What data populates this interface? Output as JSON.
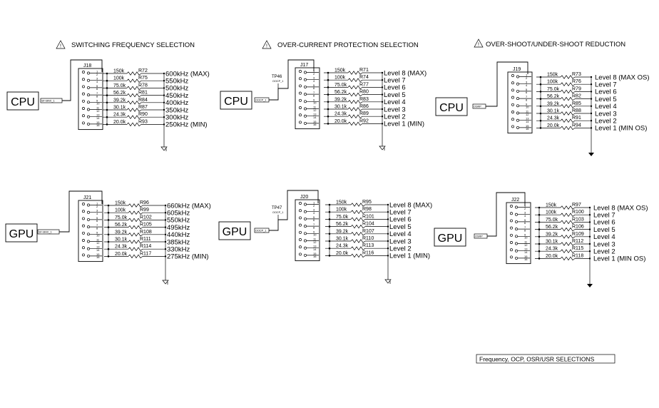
{
  "sections": [
    {
      "title": "SWITCHING FREQUENCY SELECTION",
      "blocks": [
        {
          "processor": "CPU",
          "connector": "J18",
          "net": "SF-MAX_1",
          "rows": [
            {
              "value": "150k",
              "ref": "R72",
              "label": "600kHz (MAX)"
            },
            {
              "value": "100k",
              "ref": "R75",
              "label": "550kHz"
            },
            {
              "value": "75.0k",
              "ref": "R78",
              "label": "500kHz"
            },
            {
              "value": "56.2k",
              "ref": "R81",
              "label": "450kHz"
            },
            {
              "value": "39.2k",
              "ref": "R84",
              "label": "400kHz"
            },
            {
              "value": "30.1k",
              "ref": "R87",
              "label": "350kHz"
            },
            {
              "value": "24.3k",
              "ref": "R90",
              "label": "300kHz"
            },
            {
              "value": "20.0k",
              "ref": "R93",
              "label": "250kHz (MIN)"
            }
          ]
        },
        {
          "processor": "GPU",
          "connector": "J21",
          "net": "SF-MAX_1",
          "rows": [
            {
              "value": "150k",
              "ref": "R96",
              "label": "660kHz (MAX)"
            },
            {
              "value": "100k",
              "ref": "R99",
              "label": "605kHz"
            },
            {
              "value": "75.0k",
              "ref": "R102",
              "label": "550kHz"
            },
            {
              "value": "56.2k",
              "ref": "R105",
              "label": "495kHz"
            },
            {
              "value": "39.2k",
              "ref": "R108",
              "label": "440kHz"
            },
            {
              "value": "30.1k",
              "ref": "R111",
              "label": "385kHz"
            },
            {
              "value": "24.3k",
              "ref": "R114",
              "label": "330kHz"
            },
            {
              "value": "20.0k",
              "ref": "R117",
              "label": "275kHz (MIN)"
            }
          ]
        }
      ]
    },
    {
      "title": "OVER-CURRENT PROTECTION SELECTION",
      "blocks": [
        {
          "processor": "CPU",
          "connector": "J17",
          "net": "OOCP_1",
          "testpoint": "TP46",
          "testnet": "OOCP_1",
          "rows": [
            {
              "value": "150k",
              "ref": "R71",
              "label": "Level 8 (MAX)"
            },
            {
              "value": "100k",
              "ref": "R74",
              "label": "Level 7"
            },
            {
              "value": "75.0k",
              "ref": "R77",
              "label": "Level 6"
            },
            {
              "value": "56.2k",
              "ref": "R80",
              "label": "Level 5"
            },
            {
              "value": "39.2k",
              "ref": "R83",
              "label": "Level 4"
            },
            {
              "value": "30.1k",
              "ref": "R86",
              "label": "Level 3"
            },
            {
              "value": "24.3k",
              "ref": "R89",
              "label": "Level 2"
            },
            {
              "value": "20.0k",
              "ref": "R92",
              "label": "Level 1 (MIN)"
            }
          ]
        },
        {
          "processor": "GPU",
          "connector": "J20",
          "net": "OOCP_1",
          "testpoint": "TP47",
          "testnet": "OOCP_1",
          "rows": [
            {
              "value": "150k",
              "ref": "R95",
              "label": "Level 8 (MAX)"
            },
            {
              "value": "100k",
              "ref": "R98",
              "label": "Level 7"
            },
            {
              "value": "75.0k",
              "ref": "R101",
              "label": "Level 6"
            },
            {
              "value": "56.2k",
              "ref": "R104",
              "label": "Level 5"
            },
            {
              "value": "39.2k",
              "ref": "R107",
              "label": "Level 4"
            },
            {
              "value": "30.1k",
              "ref": "R110",
              "label": "Level 3"
            },
            {
              "value": "24.3k",
              "ref": "R113",
              "label": "Level 2"
            },
            {
              "value": "20.0k",
              "ref": "R116",
              "label": "Level 1 (MIN)"
            }
          ]
        }
      ]
    },
    {
      "title": "OVER-SHOOT/UNDER-SHOOT REDUCTION",
      "blocks": [
        {
          "processor": "CPU",
          "connector": "J19",
          "net": "OSRP",
          "rows": [
            {
              "value": "150k",
              "ref": "R73",
              "label": "Level 8 (MAX OS)"
            },
            {
              "value": "100k",
              "ref": "R76",
              "label": "Level 7"
            },
            {
              "value": "75.0k",
              "ref": "R79",
              "label": "Level 6"
            },
            {
              "value": "56.2k",
              "ref": "R82",
              "label": "Level 5"
            },
            {
              "value": "39.2k",
              "ref": "R85",
              "label": "Level 4"
            },
            {
              "value": "30.1k",
              "ref": "R88",
              "label": "Level 3"
            },
            {
              "value": "24.3k",
              "ref": "R91",
              "label": "Level 2"
            },
            {
              "value": "20.0k",
              "ref": "R94",
              "label": "Level 1 (MIN OS)"
            }
          ]
        },
        {
          "processor": "GPU",
          "connector": "J22",
          "net": "OSRP",
          "rows": [
            {
              "value": "150k",
              "ref": "R97",
              "label": "Level 8 (MAX OS)"
            },
            {
              "value": "100k",
              "ref": "R100",
              "label": "Level 7"
            },
            {
              "value": "75.0k",
              "ref": "R103",
              "label": "Level 6"
            },
            {
              "value": "56.2k",
              "ref": "R106",
              "label": "Level 5"
            },
            {
              "value": "39.2k",
              "ref": "R109",
              "label": "Level 4"
            },
            {
              "value": "30.1k",
              "ref": "R112",
              "label": "Level 3"
            },
            {
              "value": "24.3k",
              "ref": "R115",
              "label": "Level 2"
            },
            {
              "value": "20.0k",
              "ref": "R118",
              "label": "Level 1 (MIN OS)"
            }
          ]
        }
      ]
    }
  ],
  "pin_numbers": [
    "1",
    "2",
    "3",
    "4",
    "5",
    "6",
    "7",
    "8",
    "9",
    "10",
    "11",
    "12",
    "13",
    "14",
    "15",
    "16"
  ],
  "footer_label": "Frequency, OCP, OSR/USR SELECTIONS",
  "icons": {
    "warning": "warning-triangle-icon",
    "ground": "ground-icon"
  }
}
